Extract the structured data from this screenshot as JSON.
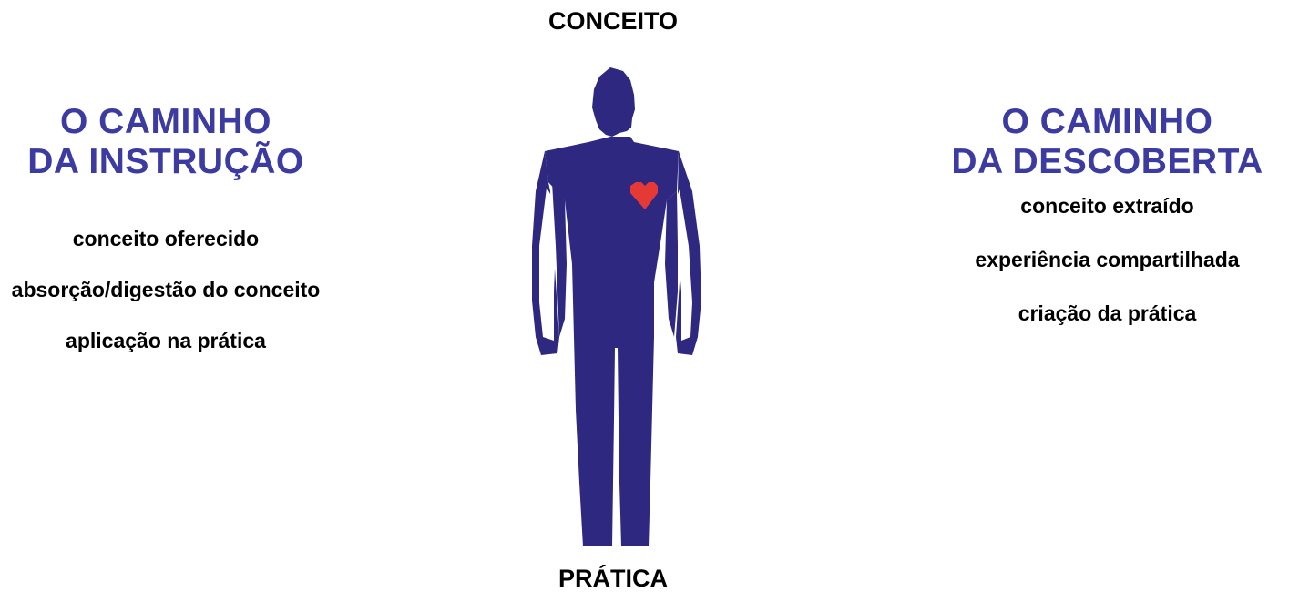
{
  "top_label": "CONCEITO",
  "bottom_label": "PRÁTICA",
  "left": {
    "heading_line1": "O CAMINHO",
    "heading_line2": "DA INSTRUÇÃO",
    "items": [
      "conceito oferecido",
      "absorção/digestão do conceito",
      "aplicação na prática"
    ]
  },
  "right": {
    "heading_line1": "O CAMINHO",
    "heading_line2": "DA DESCOBERTA",
    "items": [
      "conceito extraído",
      "experiência compartilhada",
      "criação da prática"
    ]
  },
  "colors": {
    "heading": "#3B3BA2",
    "figure": "#2E2880",
    "heart": "#E53935",
    "text": "#000000"
  },
  "icons": {
    "figure": "human-figure-icon",
    "heart": "heart-icon"
  }
}
